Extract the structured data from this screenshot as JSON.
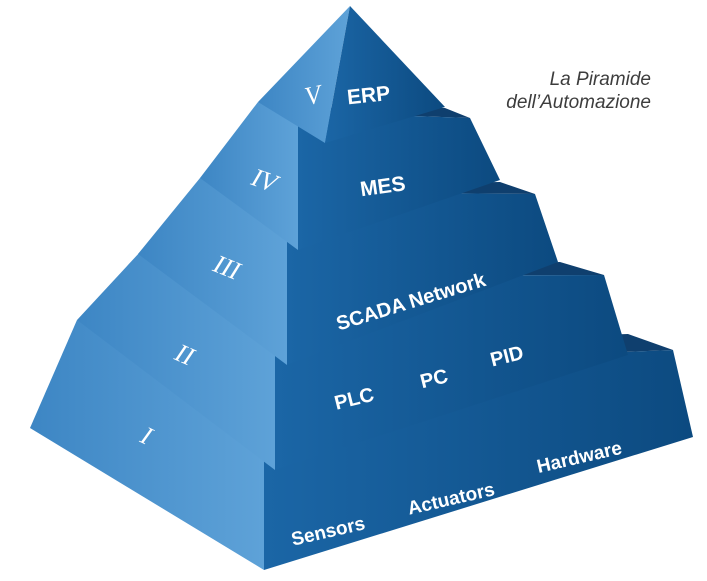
{
  "caption": {
    "line1": "La Piramide",
    "line2": "dell’Automazione"
  },
  "levels": [
    {
      "numeral": "I",
      "labels": [
        "Sensors",
        "Actuators",
        "Hardware"
      ]
    },
    {
      "numeral": "II",
      "labels": [
        "PLC",
        "PC",
        "PID"
      ]
    },
    {
      "numeral": "III",
      "labels": [
        "SCADA Network"
      ]
    },
    {
      "numeral": "IV",
      "labels": [
        "MES"
      ]
    },
    {
      "numeral": "V",
      "labels": [
        "ERP"
      ]
    }
  ],
  "colors": {
    "left_face": "#4d93cd",
    "right_face": "#13568f",
    "top_face": "#0f3f6e",
    "gap": "#07284a",
    "text": "#ffffff",
    "caption": "#3d3d3d"
  }
}
